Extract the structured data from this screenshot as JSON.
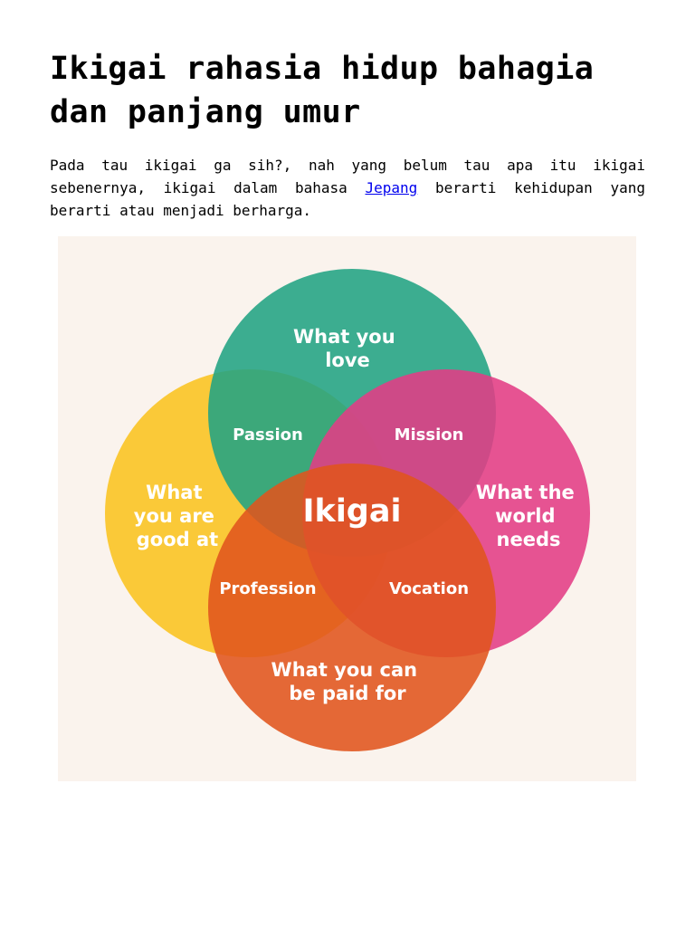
{
  "article": {
    "title_line1": "Ikigai rahasia hidup bahagia",
    "title_line2": "dan panjang umur",
    "intro_before_link": "Pada tau ikigai ga sih?, nah yang belum tau apa itu ikigai sebenernya, ikigai dalam bahasa ",
    "intro_link": "Jepang",
    "intro_after_link": " berarti kehidupan yang berarti atau menjadi berharga."
  },
  "diagram": {
    "circles": {
      "love": {
        "line1": "What you",
        "line2": "love",
        "color": "#21a383"
      },
      "good_at": {
        "line1": "What",
        "line2": "you are",
        "line3": "good at",
        "color": "#f9c31f"
      },
      "world_needs": {
        "line1": "What the",
        "line2": "world",
        "line3": "needs",
        "color": "#e33c85"
      },
      "paid_for": {
        "line1": "What you can",
        "line2": "be paid for",
        "color": "#e0541d"
      }
    },
    "overlaps": {
      "passion": "Passion",
      "mission": "Mission",
      "profession": "Profession",
      "vocation": "Vocation"
    },
    "center": "Ikigai"
  }
}
